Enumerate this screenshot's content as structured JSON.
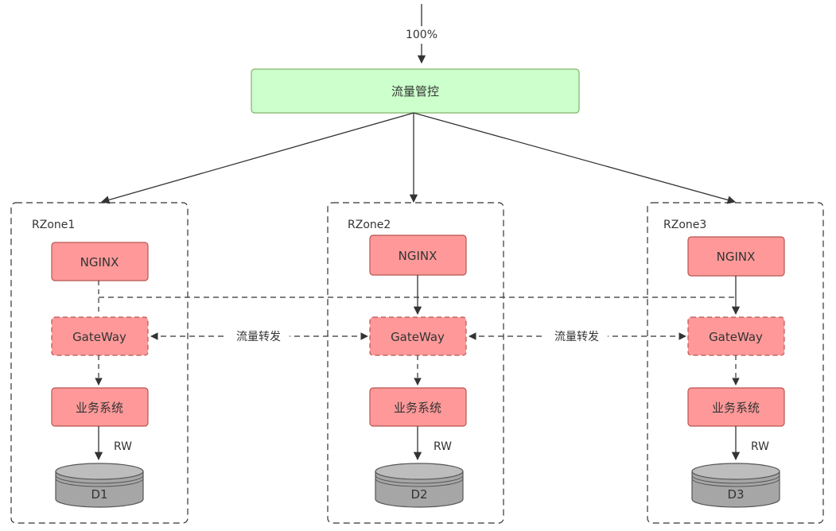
{
  "top_label": "100%",
  "control": {
    "label": "流量管控"
  },
  "forward_label": "流量转发",
  "rw_label": "RW",
  "colors": {
    "control_fill": "#ccffcc",
    "control_border": "#82b366",
    "node_fill": "#ff9999",
    "node_border": "#b85450",
    "db_fill": "#a6a6a6",
    "db_border": "#555555",
    "line": "#333333"
  },
  "zones": [
    {
      "name": "RZone1",
      "nginx": "NGINX",
      "gateway": "GateWay",
      "service": "业务系统",
      "db": "D1"
    },
    {
      "name": "RZone2",
      "nginx": "NGINX",
      "gateway": "GateWay",
      "service": "业务系统",
      "db": "D2"
    },
    {
      "name": "RZone3",
      "nginx": "NGINX",
      "gateway": "GateWay",
      "service": "业务系统",
      "db": "D3"
    }
  ]
}
